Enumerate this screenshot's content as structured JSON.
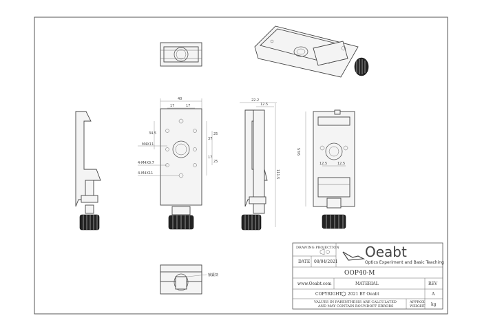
{
  "title_block": {
    "drawing_projection_label": "DRAWING PROJECTION",
    "date_label": "DATE",
    "date_value": "08/04/2021",
    "website": "www.Oeabt.com",
    "part_number": "OOP40-M",
    "material_label": "MATERIAL",
    "rev_label": "REV",
    "rev_value": "A",
    "copyright_label": "COPYRIGHT",
    "copyright_value": "2021 BY Oeabt",
    "disclaimer_line1": "VALUES IN PARENTHESIS ARE CALCULATED",
    "disclaimer_line2": "AND MAY CONTAIN ROUNDOFF ERRORS",
    "approx_weight_label1": "APPROX",
    "approx_weight_label2": "WEIGHT",
    "weight_unit": "kg",
    "brand_name": "Oeabt",
    "brand_tagline": "Optics Experiment and Basic Teaching"
  },
  "dimensions": {
    "width_total": "40",
    "half_left": "17",
    "half_right": "17",
    "side_top": "22.2",
    "side_offset": "12.5",
    "height_total": "111.5",
    "front_height": "94.5",
    "vert_37": "37",
    "vert_17": "17",
    "vert_25a": "25",
    "vert_25b": "25",
    "left_34": "34.5",
    "hole_m4": "M4X11",
    "hole_m4dep": "4-M4X11",
    "hole_m4_7": "4-M4X0.7",
    "small_a": "12.5",
    "small_b": "12.5",
    "right_height": "94.5"
  },
  "annotations": {
    "bottom_view_note": "锁紧块"
  }
}
